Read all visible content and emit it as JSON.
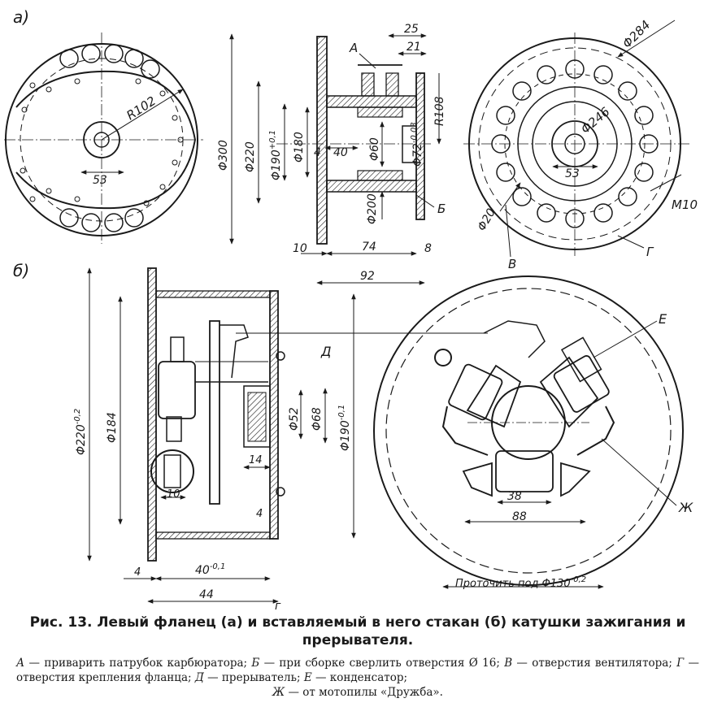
{
  "views": {
    "a": "а)",
    "b": "б)"
  },
  "dims_a": {
    "d300": "Φ300",
    "d220": "Φ220",
    "d190": "Φ190",
    "d190_tol": "+0,1",
    "d180": "Φ180",
    "d60": "Φ60",
    "d200": "Φ200",
    "d72": "Φ72",
    "d72_tol": "-0,03",
    "r108": "R108",
    "w25": "25",
    "w21": "21",
    "w4": "4",
    "w40": "40",
    "w10": "10",
    "w74": "74",
    "w8": "8",
    "w92": "92",
    "r102": "R102",
    "w53": "53",
    "d284": "Φ284",
    "d246": "Φ246",
    "w53r": "53",
    "d20": "Φ20",
    "m10": "M10"
  },
  "dims_b": {
    "d220": "Φ220",
    "d220_tol": "-0,2",
    "d184": "Φ184",
    "d52": "Φ52",
    "d68": "Φ68",
    "d190": "Φ190",
    "d190_tol": "-0,1",
    "w14": "14",
    "w10": "10",
    "w4r": "4",
    "w4l": "4",
    "w40": "40",
    "w40_tol": "-0,1",
    "w44": "44",
    "w38": "38",
    "w88": "88",
    "groove": "Проточить под Φ130",
    "groove_tol": "-0,2"
  },
  "letters": {
    "A": "А",
    "B": "Б",
    "V": "В",
    "G": "Г",
    "D": "Д",
    "E": "Е",
    "Zh": "Ж",
    "g2": "г"
  },
  "caption": {
    "title": "Рис. 13. Левый фланец (а) и вставляемый в него стакан (б) катушки зажигания и прерывателя.",
    "legend": [
      {
        "key": "А",
        "text": " — приварить патрубок карбюратора; "
      },
      {
        "key": "Б",
        "text": " — при сборке сверлить отверстия Ø 16; "
      },
      {
        "key": "В",
        "text": " — отверстия вентилятора; "
      },
      {
        "key": "Г",
        "text": " — отверстия крепления фланца; "
      },
      {
        "key": "Д",
        "text": " — прерыватель; "
      },
      {
        "key": "Е",
        "text": " — конденсатор;"
      }
    ],
    "legend_last": {
      "key": "Ж",
      "text": " — от мотопилы «Дружба»."
    }
  }
}
